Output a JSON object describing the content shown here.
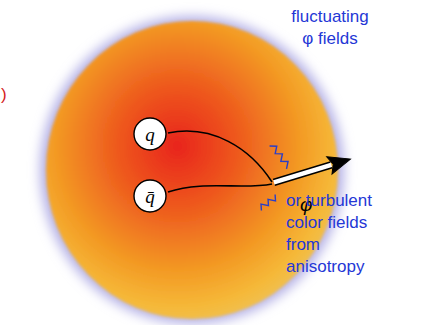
{
  "diagram": {
    "nodes": [
      {
        "text": [
          "q"
        ]
      },
      {
        "text": [
          "q̄"
        ]
      }
    ],
    "labels": [
      "fluctuating φ fields",
      "φ",
      "or turbulent color fields from anisotropy",
      ")"
    ]
  }
}
